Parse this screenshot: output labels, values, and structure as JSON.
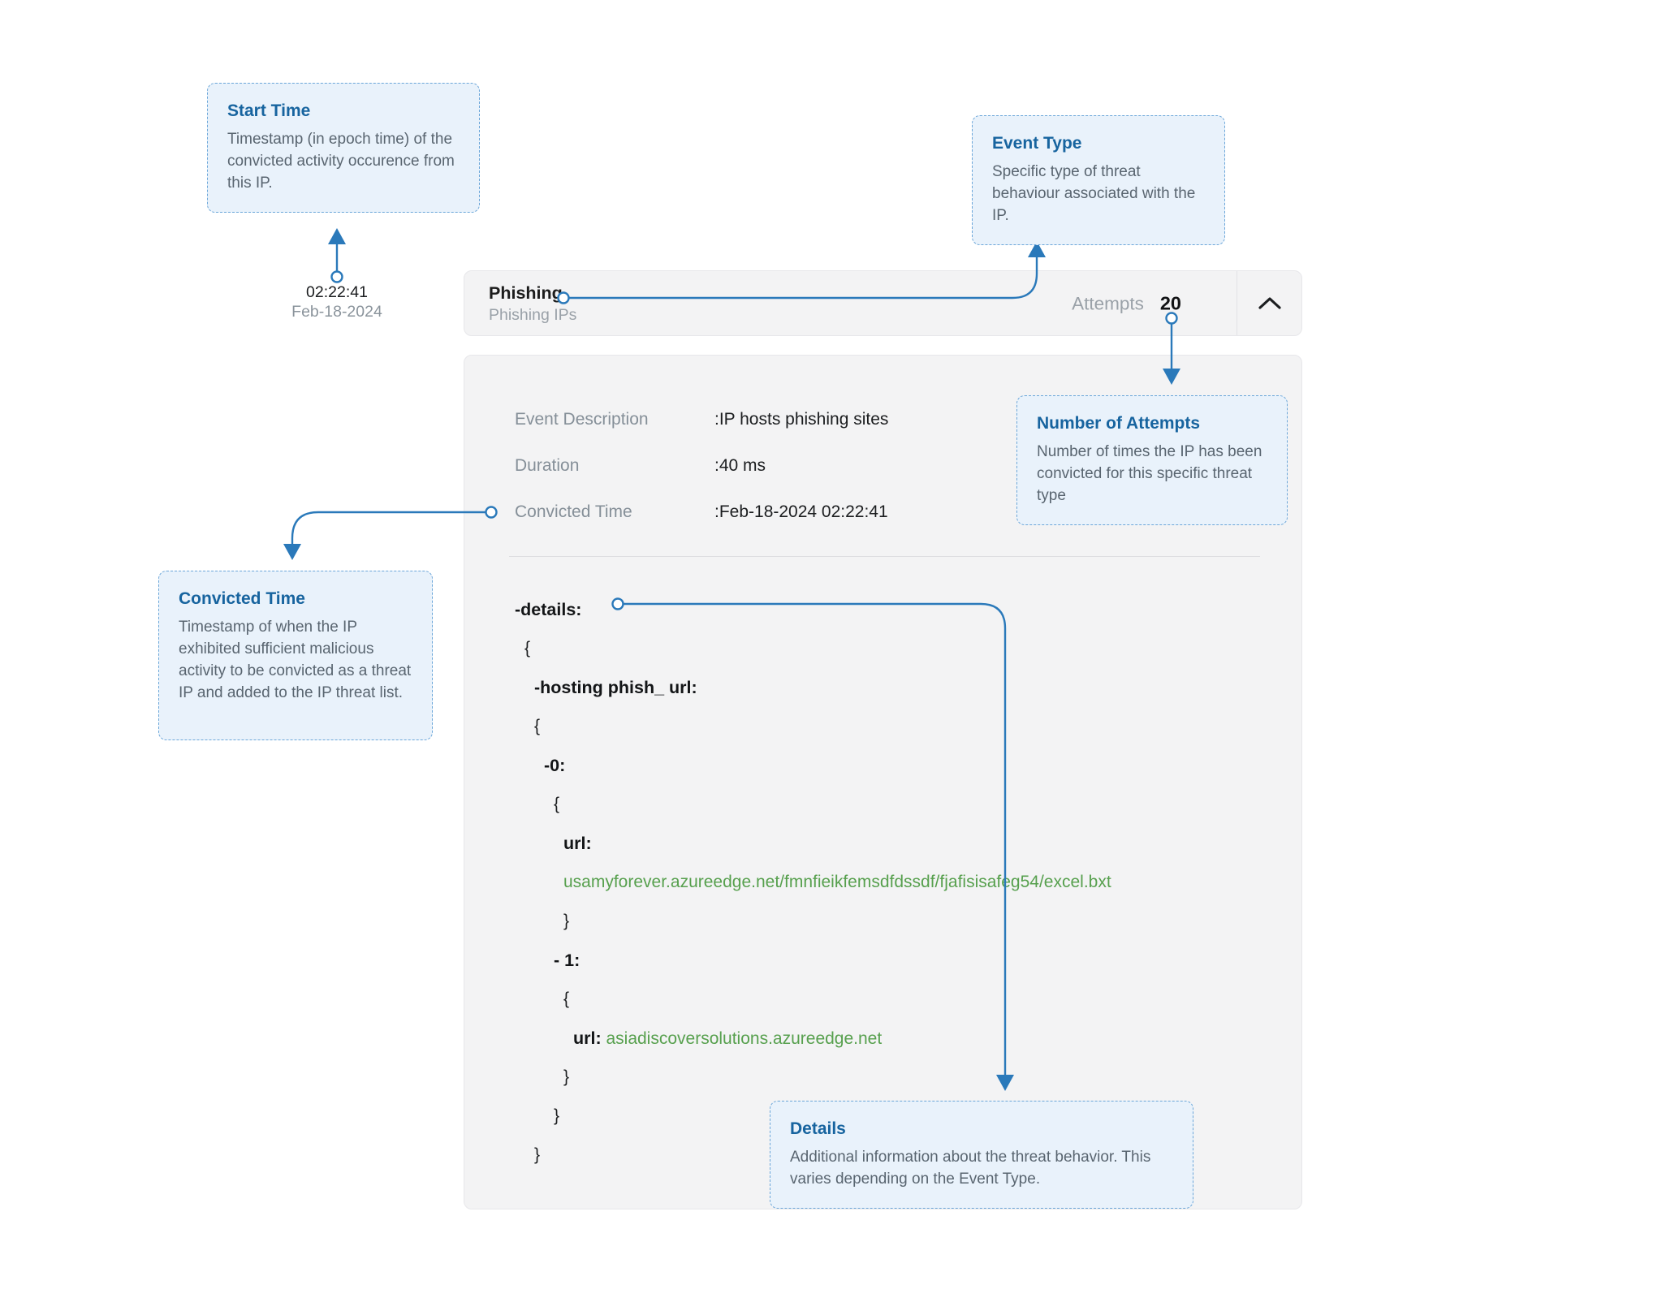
{
  "theme": {
    "accent": "#2a79ba",
    "title_blue": "#17649f",
    "green": "#57a04e",
    "callout_bg": "#e9f2fb",
    "callout_border": "#6ba6d9",
    "panel_bg": "#f3f3f4",
    "label_gray": "#858f98",
    "body_gray": "#596570",
    "text_dark": "#1b1d1f"
  },
  "annotation": {
    "time": "02:22:41",
    "date": "Feb-18-2024"
  },
  "callouts": {
    "start_time": {
      "title": "Start Time",
      "body": "Timestamp (in epoch time) of the convicted activity occurence from this IP."
    },
    "event_type": {
      "title": "Event Type",
      "body": "Specific type of threat behaviour associated with the IP."
    },
    "number_of_attempts": {
      "title": "Number of Attempts",
      "body": "Number of times the IP has been convicted for this specific threat type"
    },
    "convicted_time": {
      "title": "Convicted Time",
      "body": "Timestamp of when the IP exhibited sufficient malicious activity to be convicted as a threat IP and added to the IP threat list."
    },
    "details": {
      "title": "Details",
      "body": "Additional information about the threat behavior. This varies depending on the Event Type."
    }
  },
  "header": {
    "title": "Phishing",
    "subtitle": "Phishing IPs",
    "attempts_label": "Attempts",
    "attempts_value": "20",
    "collapse_icon": "chevron-up"
  },
  "fields": [
    {
      "label": "Event Description",
      "value": ":IP hosts phishing sites"
    },
    {
      "label": "Duration",
      "value": ":40 ms"
    },
    {
      "label": "Convicted Time",
      "value": ":Feb-18-2024 02:22:41"
    }
  ],
  "details_block": {
    "lines": [
      {
        "indent": 0,
        "parts": [
          {
            "t": "-details:",
            "s": "bold"
          }
        ]
      },
      {
        "indent": 1,
        "parts": [
          {
            "t": "{",
            "s": "plain"
          }
        ]
      },
      {
        "indent": 2,
        "parts": [
          {
            "t": "-hosting phish_ url:",
            "s": "bold"
          }
        ]
      },
      {
        "indent": 2,
        "parts": [
          {
            "t": "{",
            "s": "plain"
          }
        ]
      },
      {
        "indent": 3,
        "parts": [
          {
            "t": "-0:",
            "s": "bold"
          }
        ]
      },
      {
        "indent": 4,
        "parts": [
          {
            "t": "{",
            "s": "plain"
          }
        ]
      },
      {
        "indent": 5,
        "parts": [
          {
            "t": "url:",
            "s": "bold"
          }
        ]
      },
      {
        "indent": 5,
        "parts": [
          {
            "t": "usamyforever.azureedge.net/fmnfieikfemsdfdssdf/fjafisisafeg54/excel.bxt",
            "s": "green"
          }
        ]
      },
      {
        "indent": 5,
        "parts": [
          {
            "t": "}",
            "s": "plain"
          }
        ]
      },
      {
        "indent": 4,
        "parts": [
          {
            "t": "- 1:",
            "s": "bold"
          }
        ]
      },
      {
        "indent": 5,
        "parts": [
          {
            "t": "{",
            "s": "plain"
          }
        ]
      },
      {
        "indent": 6,
        "parts": [
          {
            "t": "url:",
            "s": "bold"
          },
          {
            "t": " asiadiscoversolutions.azureedge.net",
            "s": "green"
          }
        ]
      },
      {
        "indent": 5,
        "parts": [
          {
            "t": "}",
            "s": "plain"
          }
        ]
      },
      {
        "indent": 4,
        "parts": [
          {
            "t": "}",
            "s": "plain"
          }
        ]
      },
      {
        "indent": 2,
        "parts": [
          {
            "t": "}",
            "s": "plain"
          }
        ]
      }
    ]
  }
}
